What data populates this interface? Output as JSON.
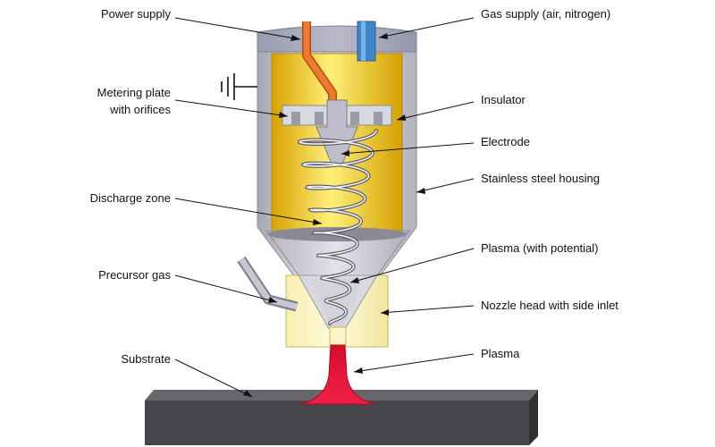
{
  "labels": {
    "power_supply": "Power supply",
    "metering_plate_line1": "Metering plate",
    "metering_plate_line2": "with orifices",
    "discharge_zone": "Discharge zone",
    "precursor_gas": "Precursor gas",
    "substrate": "Substrate",
    "gas_supply": "Gas supply (air, nitrogen)",
    "insulator": "Insulator",
    "electrode": "Electrode",
    "stainless_steel_housing": "Stainless steel housing",
    "plasma_with_potential": "Plasma (with potential)",
    "nozzle_head": "Nozzle head with side inlet",
    "plasma": "Plasma"
  },
  "colors": {
    "housing": "#c9c9d6",
    "insulator": "#e8b800",
    "nozzle_head": "#fbf6c4",
    "power_wire": "#e06a20",
    "gas_pipe": "#3f86c8",
    "plasma": "#e01030",
    "substrate": "#4a4a4e"
  },
  "icons": {
    "ground": "ground-symbol-icon"
  }
}
